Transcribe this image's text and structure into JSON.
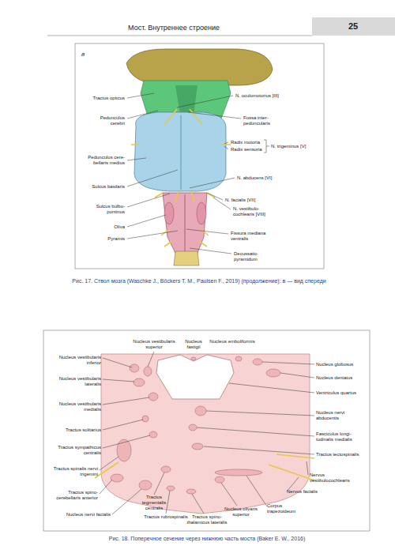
{
  "diagram": {
    "title": "Мост. Внутреннее строение",
    "caption": "Рис. 18. Поперечное сечение через нижнюю часть моста (Baker E. W., 2016)",
    "labels": [
      "25",
      "в",
      "Tractus opticus",
      "Pedunculus cerebri",
      "Pedunculus cere- bellaris medius",
      "Sulcus basilaris",
      "Sulcus bulbo- pontinus",
      "Oliva",
      "Pyramis",
      "N. oculomotorius [III]",
      "Fossa inter- peduncularis",
      "Radix motoria",
      "Radix sensoria",
      "N. trigeminus [V]",
      "N. abducens [VI]",
      "N. facialis [VII]",
      "N. vestibulo- cochlearis [VIII]",
      "Fissura mediana ventralis",
      "Decussatio pyramidum",
      "Рис. 17. Ствол мозга (Waschke J., Böckers T. M., Paulsen F., 2019) (продолжение): в — вид спереди",
      "Nucleus vestibularis superior",
      "Nucleus fastigii",
      "Nucleus emboliformis",
      "Nucleus vestibularis inferior",
      "Nucleus vestibularis lateralis",
      "Nucleus vestibularis medialis",
      "Tractus solitarius",
      "Tractus sympathicus centralis",
      "Tractus spinalis nervi trigemini",
      "Tractus spino- cerebellaris anterior",
      "Nucleus nervi facialis",
      "Tractus tegmentalis centralis",
      "Tractus rubrospinalis",
      "Tractus spino- thalamicus lateralis",
      "Nucleus olivaris superior",
      "Corpus trapezoideum",
      "Nervus facialis",
      "Nervus vestibulocochlearis",
      "Tractus tectospinalis",
      "Fasciculus longi- tudinalis medialis",
      "Nucleus nervi abducentis",
      "Ventriculus quartus",
      "Nucleus dentatus",
      "Nucleus globosus"
    ]
  }
}
